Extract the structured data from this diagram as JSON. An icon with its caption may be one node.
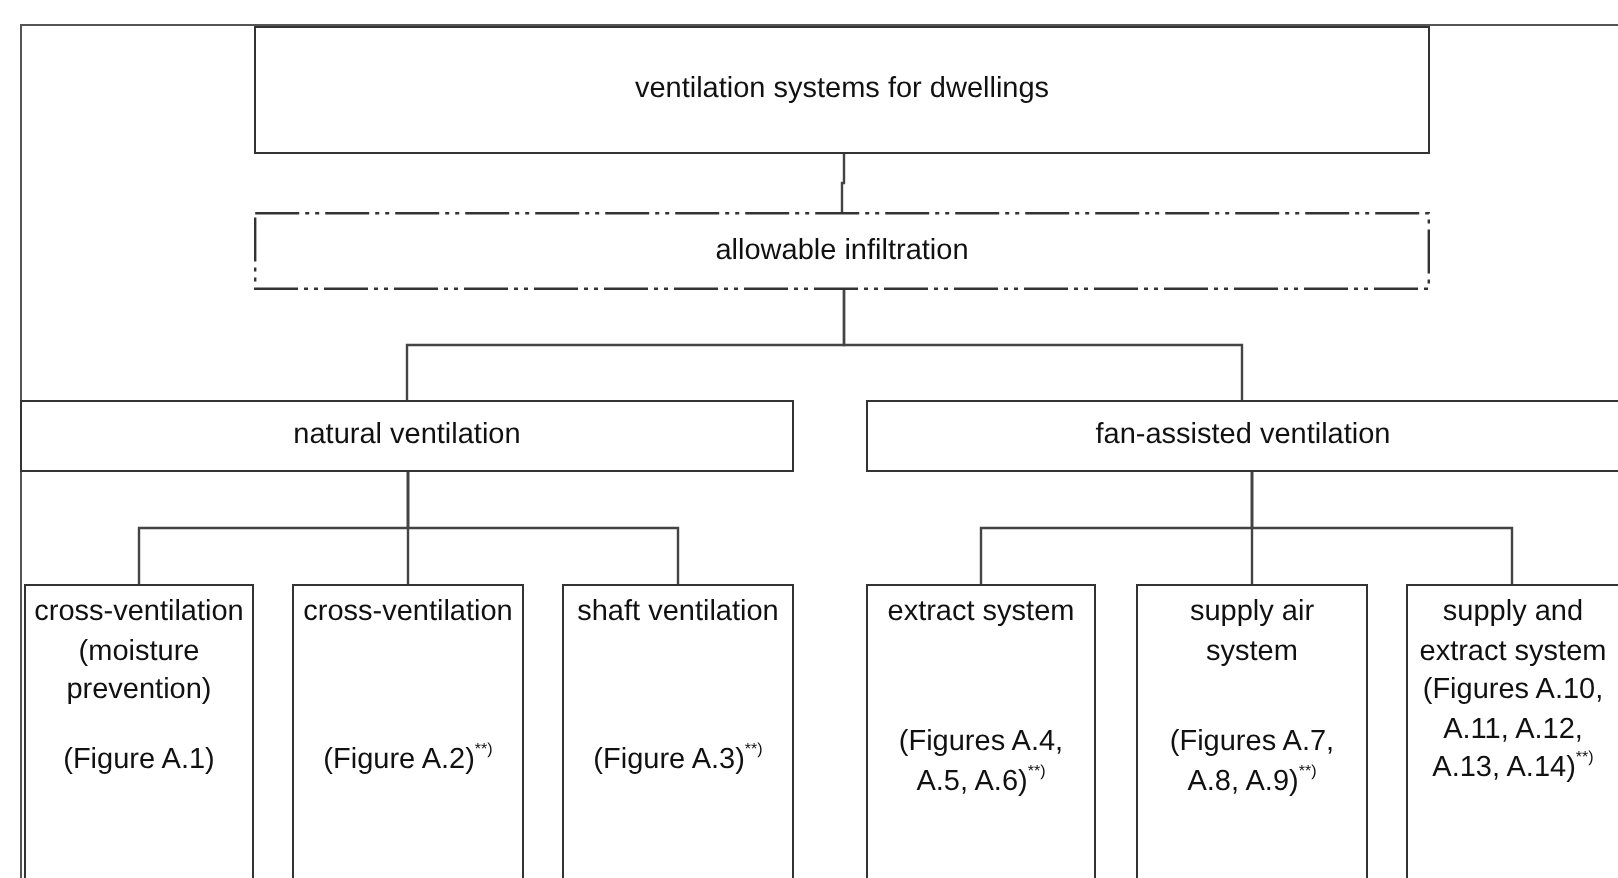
{
  "diagram": {
    "nodes": [
      {
        "text": [
          "ventilation systems for dwellings"
        ]
      },
      {
        "text": [
          "allowable infiltration"
        ]
      },
      {
        "text": [
          "natural ventilation"
        ]
      },
      {
        "text": [
          "fan-assisted ventilation"
        ]
      },
      {
        "text": [
          "cross-ventilation (moisture prevention)",
          "(Figure A.1)"
        ]
      },
      {
        "text": [
          "cross-ventilation",
          "(Figure A.2)$^{**)}$"
        ]
      },
      {
        "text": [
          "shaft ventilation",
          "(Figure A.3)$^{**)}$"
        ]
      },
      {
        "text": [
          "extract system",
          "(Figures A.4, A.5, A.6)$^{**)}$"
        ]
      },
      {
        "text": [
          "supply air system",
          "(Figures A.7, A.8, A.9)$^{**)}$"
        ]
      },
      {
        "text": [
          "supply and extract system",
          "(Figures A.10, A.11, A.12, A.13, A.14)$^{**)}$"
        ]
      }
    ],
    "edges": [
      {
        "from": 0,
        "to": 1,
        "arrow": "none"
      },
      {
        "from": 1,
        "to": 2,
        "arrow": "none"
      },
      {
        "from": 1,
        "to": 3,
        "arrow": "none"
      },
      {
        "from": 2,
        "to": 4,
        "arrow": "none"
      },
      {
        "from": 2,
        "to": 5,
        "arrow": "none"
      },
      {
        "from": 2,
        "to": 6,
        "arrow": "none"
      },
      {
        "from": 3,
        "to": 7,
        "arrow": "none"
      },
      {
        "from": 3,
        "to": 8,
        "arrow": "none"
      },
      {
        "from": 3,
        "to": 9,
        "arrow": "none"
      }
    ]
  }
}
